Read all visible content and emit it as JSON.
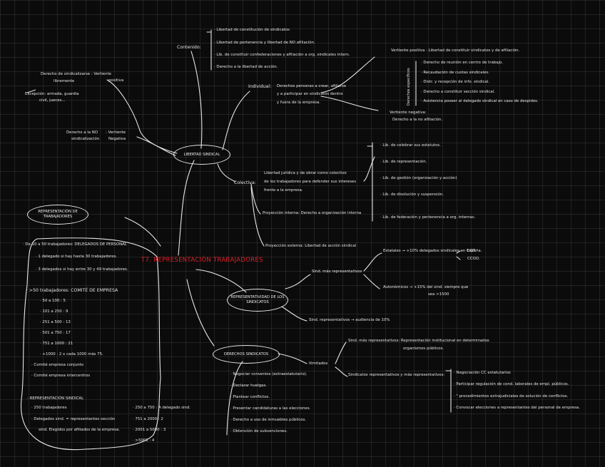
{
  "center": "T7. REPRESENTACIÓN TRABAJADORES",
  "libertad": {
    "title": "LIBERTAD SINDICAL",
    "contenido_label": "Contenido:",
    "contenido": [
      "· Libertad de constitución de sindicatos",
      "· Libertad de pertenencia y libertad de NO afiliación.",
      "· Lib. de constituir confederaciones y afiliación a org. sindicales intern.",
      "· Derecho a la libertad de acción."
    ],
    "izq_1": "Derecho de sindicalizarse : Vertiente",
    "izq_1b": "libremente",
    "izq_1c": "positiva",
    "excepcion_1": "Excepción: armada, guardia",
    "excepcion_2": "civil, jueces...",
    "izq_2": "Derecho a la NO",
    "izq_2b": "sindicalización",
    "izq_2c": ": Vertiente",
    "izq_2d": "Negativa",
    "individual_label": "Individual:",
    "individual_1": "Derechos personas a crear, afiliarse",
    "individual_2": "y a participar en sindicatos dentro",
    "individual_3": "y fuera de la empresa.",
    "vpos_label": "Vertiente positiva : Libertad de constituir sindicatos y de afiliación.",
    "derechos_label": "Derechos específicos",
    "derechos": [
      "· Derecho de reunión en centro de trabajo.",
      "· Recaudación de cuotas sindicales.",
      "· Distr. y recepción de info. sindical.",
      "· Derecho a constituir sección sindical.",
      "· Asistencia poseer al delegado sindical en caso de despidos."
    ],
    "vneg_label": "Vertiente negativa:",
    "vneg_text": "Derecho a la no afiliación.",
    "colectiva_label": "Colectiva:",
    "colectiva_1": "Libertad jurídica y de obrar como colectivo",
    "colectiva_2": "de los trabajadores para defender sus intereses",
    "colectiva_3": "frente a la empresa.",
    "colectiva_items": [
      "· Lib. de celebrar sus estatutos.",
      "· Lib. de representación.",
      "· Lib. de gestión (organización y acción)",
      "· Lib. de disolución y suspensión.",
      "· Lib. de federación y pertenencia a org. internac."
    ],
    "proy_int": "Proyección interna: Derecho a organización interna",
    "proy_ext": "Proyección externa: Libertad de acción sindical"
  },
  "representacion": {
    "title": "REPRESENTACIÓN DE TRABAJADORES",
    "items": [
      "· De 10 a 50 trabajadores: DELEGADOS DE PERSONAL",
      "· 1 delegado si hay hasta 30 trabajadores.",
      "· 3 delegados si hay entre 30 y 49 trabajadores.",
      "· >50 trabajadores: COMITÉ DE EMPRESA",
      "· 50 a 100 : 5",
      "· 101 a 250 : 9",
      "· 251 a 500 : 13",
      "· 501 a 750 : 17",
      "· 751 a 1000 : 21",
      "· +1000 : 2 x cada 1000 más 75.",
      "· Comité empresa conjunto",
      "· Comité empresa intercentros",
      "- REPRESENTACIÓN SINDICAL",
      "· 250 trabajadores",
      "· Delegados sind. = representantes sección",
      "sind. Elegidos por afiliados de la empresa.",
      "· 250 a 750 : A delegado sind.",
      "· 751 a 2000 : 2",
      "· 2001 a 5000 : 3",
      "· >5001 : 4"
    ]
  },
  "representatividad": {
    "title": "REPRESENTATIVIDAD DE LOS SINDICATOS",
    "mas_label": "Sind. más representativos",
    "estatales": "Estatales → +10% delegados sindicales en España.",
    "ugt": "UGT.",
    "ccoo": "CCOO.",
    "autonomicos": "Autonómicos → +15% del sind. siempre que",
    "autonomicos_2": "sea >1500",
    "repr": "Sind. representativos → audiencia de 10%"
  },
  "derechos_sind": {
    "title": "DERECHOS SINDICATOS",
    "ilimitados": "Ilimitados",
    "mas_rep": "Sind. más representativos: Representación institucional en determinados",
    "mas_rep_2": "organismos públicos.",
    "rep_label": "Sindicatos representativos y más representativos:",
    "rep_items": [
      "· Negociación CC estatutarios",
      "· Participar regulación de cond. laborales de empl. públicos.",
      "· \"    procedimientos extrajudiciales de solución de conflictos.",
      "· Convocar elecciones a representantes del personal de empresa."
    ],
    "base_items": [
      "· Negociar convenios (extraestatutario).",
      "· Declarar huelgas.",
      "· Plantear conflictos.",
      "· Presentar candidaturas a las elecciones.",
      "· Derecho a uso de inmuebles públicos.",
      "· Obtención de subvenciones."
    ]
  }
}
